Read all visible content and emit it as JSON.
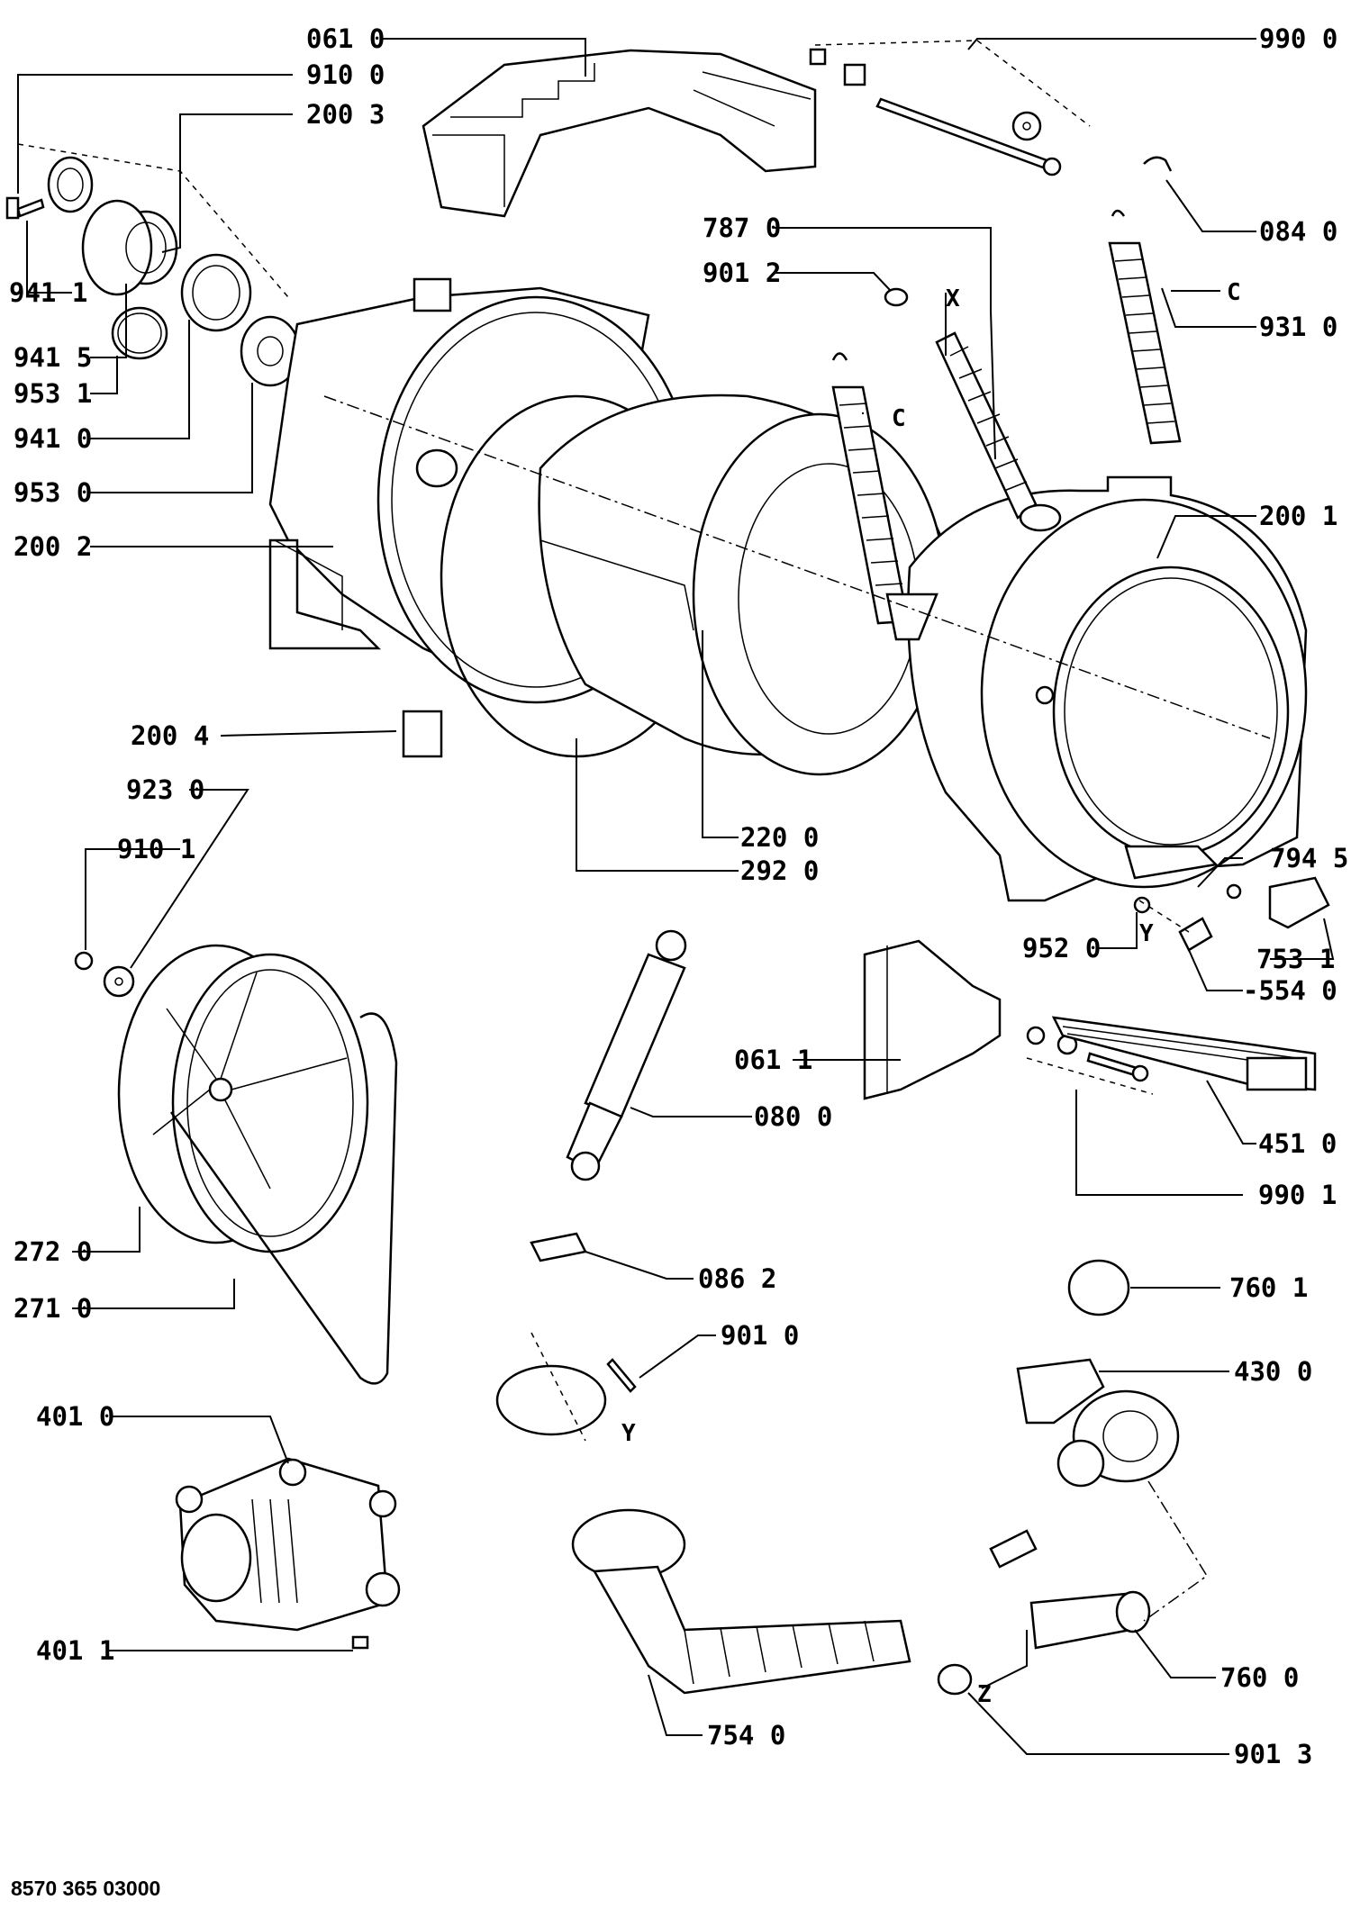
{
  "labels": {
    "l0610": "061 0",
    "l9100": "910 0",
    "l2003": "200 3",
    "l9411": "941 1",
    "l9415": "941 5",
    "l9531": "953 1",
    "l9410": "941 0",
    "l9530": "953 0",
    "l2002": "200 2",
    "l9900": "990 0",
    "l0840": "084 0",
    "l7870": "787 0",
    "l9012": "901 2",
    "l9310": "931 0",
    "l2001": "200 1",
    "l2004": "200 4",
    "l9230": "923 0",
    "l9101": "910 1",
    "l2200": "220 0",
    "l2920": "292 0",
    "l7945": "794 5",
    "l7531": "753 1",
    "l9520": "952 0",
    "l5540": "-554 0",
    "l0611": "061 1",
    "l0800": "080 0",
    "l4510": "451 0",
    "l9901": "990 1",
    "l2720": "272 0",
    "l2710": "271 0",
    "l0862": "086 2",
    "l7601": "760 1",
    "l9010": "901 0",
    "l4300": "430 0",
    "l4010": "401 0",
    "l4011": "401 1",
    "l7600": "760 0",
    "l7540": "754 0",
    "l9013": "901 3"
  },
  "markers": {
    "x": "X",
    "c1": "C",
    "c2": "C",
    "y1": "Y",
    "y2": "Y",
    "z": "Z"
  },
  "footer": {
    "code": "8570 365 03000"
  }
}
